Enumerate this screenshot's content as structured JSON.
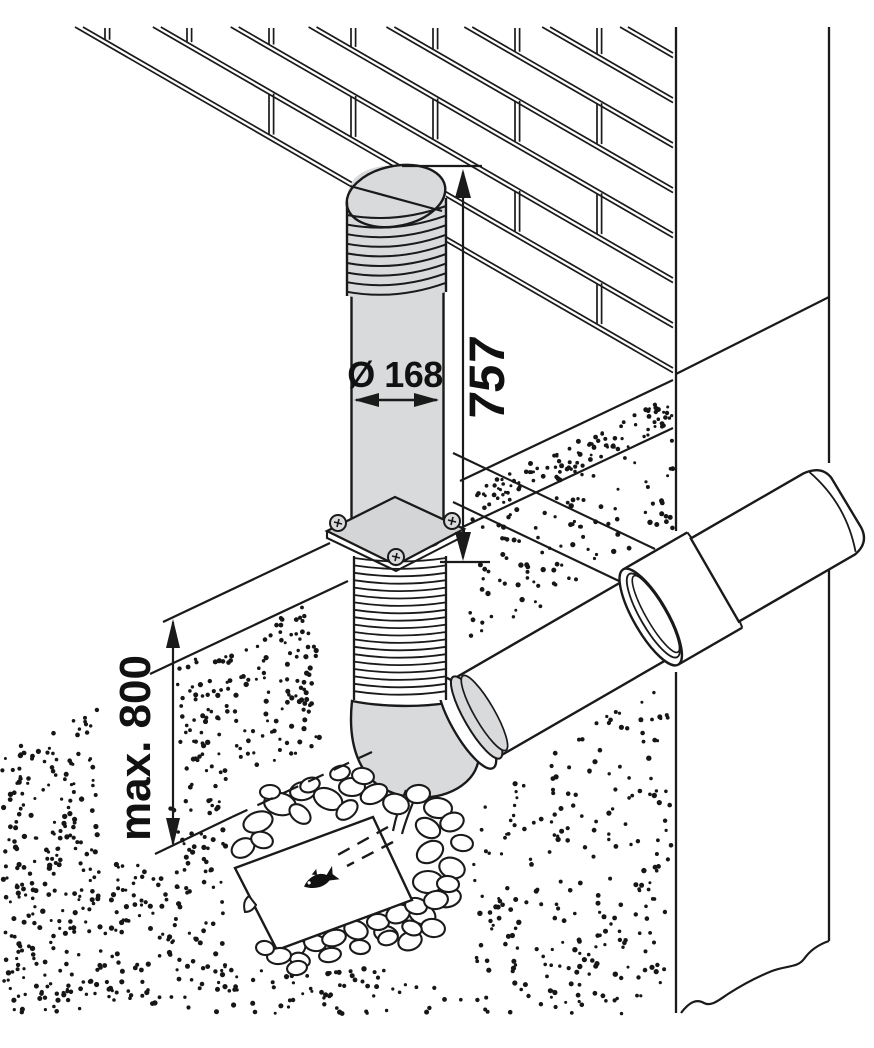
{
  "illustration": {
    "type": "technical-installation-diagram",
    "labels": {
      "diameter": "Ø 168",
      "height": "757",
      "depth": "max. 800"
    },
    "colors": {
      "line": "#1a1a1a",
      "pipe_fill": "#d8dadb",
      "background": "#ffffff",
      "dot": "#161616"
    },
    "icons": [
      "fish-icon"
    ]
  }
}
